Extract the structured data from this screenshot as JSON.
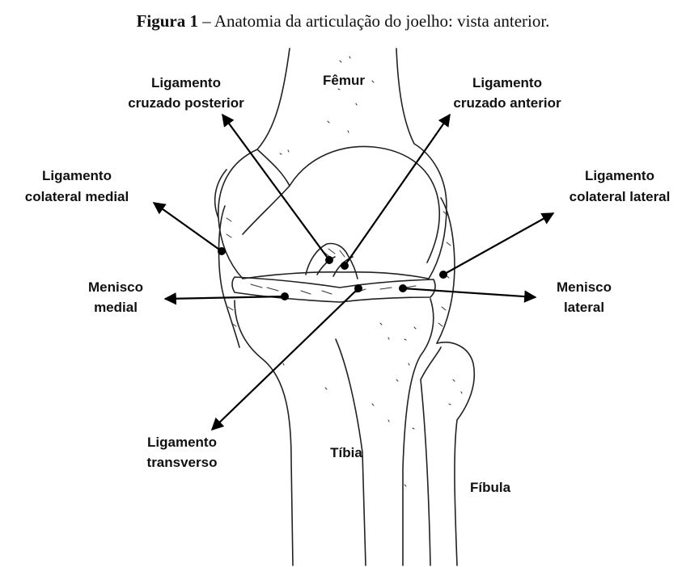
{
  "caption": {
    "prefix": "Figura 1",
    "text": " – Anatomia da articulação do joelho: vista anterior."
  },
  "labels": {
    "femur": "Fêmur",
    "lcp_1": "Ligamento",
    "lcp_2": "cruzado posterior",
    "lca_1": "Ligamento",
    "lca_2": "cruzado anterior",
    "lcm_1": "Ligamento",
    "lcm_2": "colateral medial",
    "lcl_1": "Ligamento",
    "lcl_2": "colateral lateral",
    "mm_1": "Menisco",
    "mm_2": "medial",
    "ml_1": "Menisco",
    "ml_2": "lateral",
    "lt_1": "Ligamento",
    "lt_2": "transverso",
    "tibia": "Tíbia",
    "fibula": "Fíbula"
  }
}
